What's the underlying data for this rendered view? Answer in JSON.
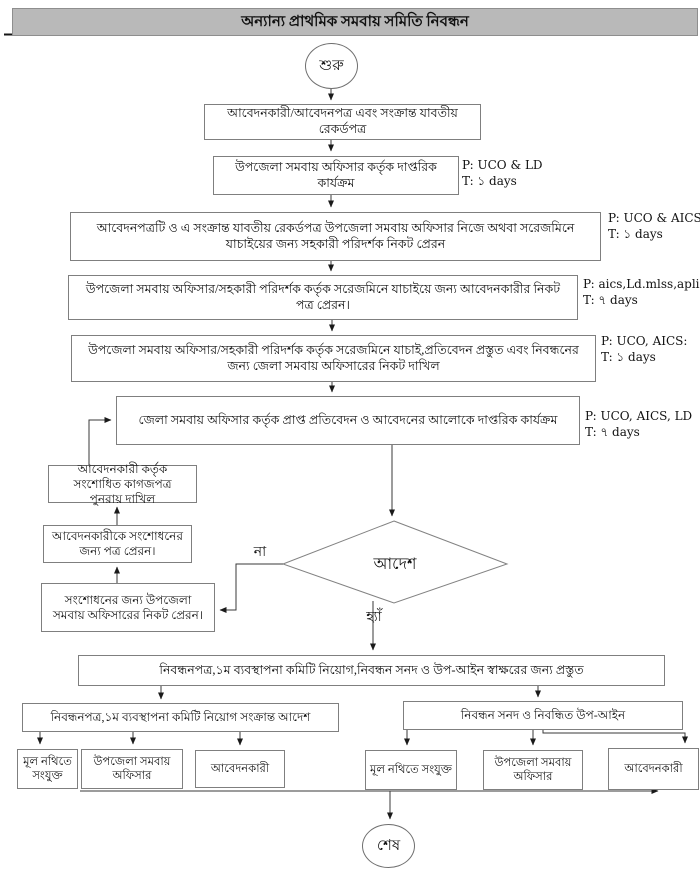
{
  "title": "অন্যান্য প্রাথমিক সমবায় সমিতি নিবন্ধন",
  "flow": {
    "start_label": "শুরু",
    "end_label": "শেষ",
    "decision_label": "আদেশ",
    "no_label": "না",
    "yes_label": "হ্যাঁ"
  },
  "nodes": {
    "application_records": "আবেদনকারী/আবেদনপত্র এবং সংক্রান্ত যাবতীয় রেকর্ডপত্র",
    "upazila_official_action": "উপজেলা সমবায় অফিসার কর্তৃক দাপ্তরিক কার্যক্রম",
    "send_to_inspector": "আবেদনপত্রটি ও এ সংক্রান্ত যাবতীয় রেকর্ডপত্র উপজেলা সমবায় অফিসার নিজে অথবা সরেজমিনে যাচাইয়ের জন্য সহকারী পরিদর্শক নিকট প্রেরন",
    "letter_to_applicant": "উপজেলা সমবায় অফিসার/সহকারী পরিদর্শক কর্তৃক সরেজমিনে যাচাইয়ে জন্য আবেদনকারীর নিকট পত্র প্রেরন।",
    "verify_and_submit": "উপজেলা সমবায় অফিসার/সহকারী পরিদর্শক কর্তৃক সরেজমিনে যাচাই,প্রতিবেদন প্রস্তুত এবং নিবন্ধনের জন্য জেলা সমবায় অফিসারের নিকট দাখিল",
    "district_official_action": "জেলা সমবায় অফিসার কর্তৃক প্রাপ্ত প্রতিবেদন ও আবেদনের আলোকে দাপ্তরিক কার্যক্রম",
    "resubmit_corrected": "আবেদনকারী কর্তৃক সংশোধিত কাগজপত্র পুনরায় দাখিল",
    "correction_letter": "আবেদনকারীকে সংশোধনের জন্য পত্র প্রেরন।",
    "send_for_correction": "সংশোধনের জন্য উপজেলা সমবায় অফিসারের নিকট প্রেরন।",
    "prepare_registration": "নিবন্ধনপত্র,১ম ব্যবস্থাপনা কমিটি নিয়োগ,নিবন্ধন সনদ ও উপ-আইন স্বাক্ষরের জন্য প্রস্তুত",
    "committee_order": "নিবন্ধনপত্র,১ম ব্যবস্থাপনা কমিটি নিয়োগ সংক্রান্ত আদেশ",
    "certificate_bylaws": "নিবন্ধন সনদ ও নিবন্ধিত উপ-আইন",
    "left_main_file": "মূল নথিতে সংযুক্ত",
    "left_upazila_officer": "উপজেলা সমবায় অফিসার",
    "left_applicant": "আবেদনকারী",
    "right_main_file": "মূল নথিতে সংযুক্ত",
    "right_upazila_officer": "উপজেলা সমবায় অফিসার",
    "right_applicant": "আবেদনকারী"
  },
  "annotations": {
    "a1": {
      "p": "P: UCO & LD",
      "t": "T: ১ days"
    },
    "a2": {
      "p": "P: UCO & AICS",
      "t": "T: ১ days"
    },
    "a3": {
      "p": "P: aics,Ld.mlss,aplict:",
      "t": "T: ৭ days"
    },
    "a4": {
      "p": "P: UCO, AICS:",
      "t": "T: ১ days"
    },
    "a5": {
      "p": "P: UCO, AICS, LD",
      "t": "T: ৭ days"
    }
  },
  "colors": {
    "title_bar_bg": "#b9b9b9",
    "box_border": "#7f7f7f",
    "line": "#3a3a3a",
    "text": "#111111"
  }
}
